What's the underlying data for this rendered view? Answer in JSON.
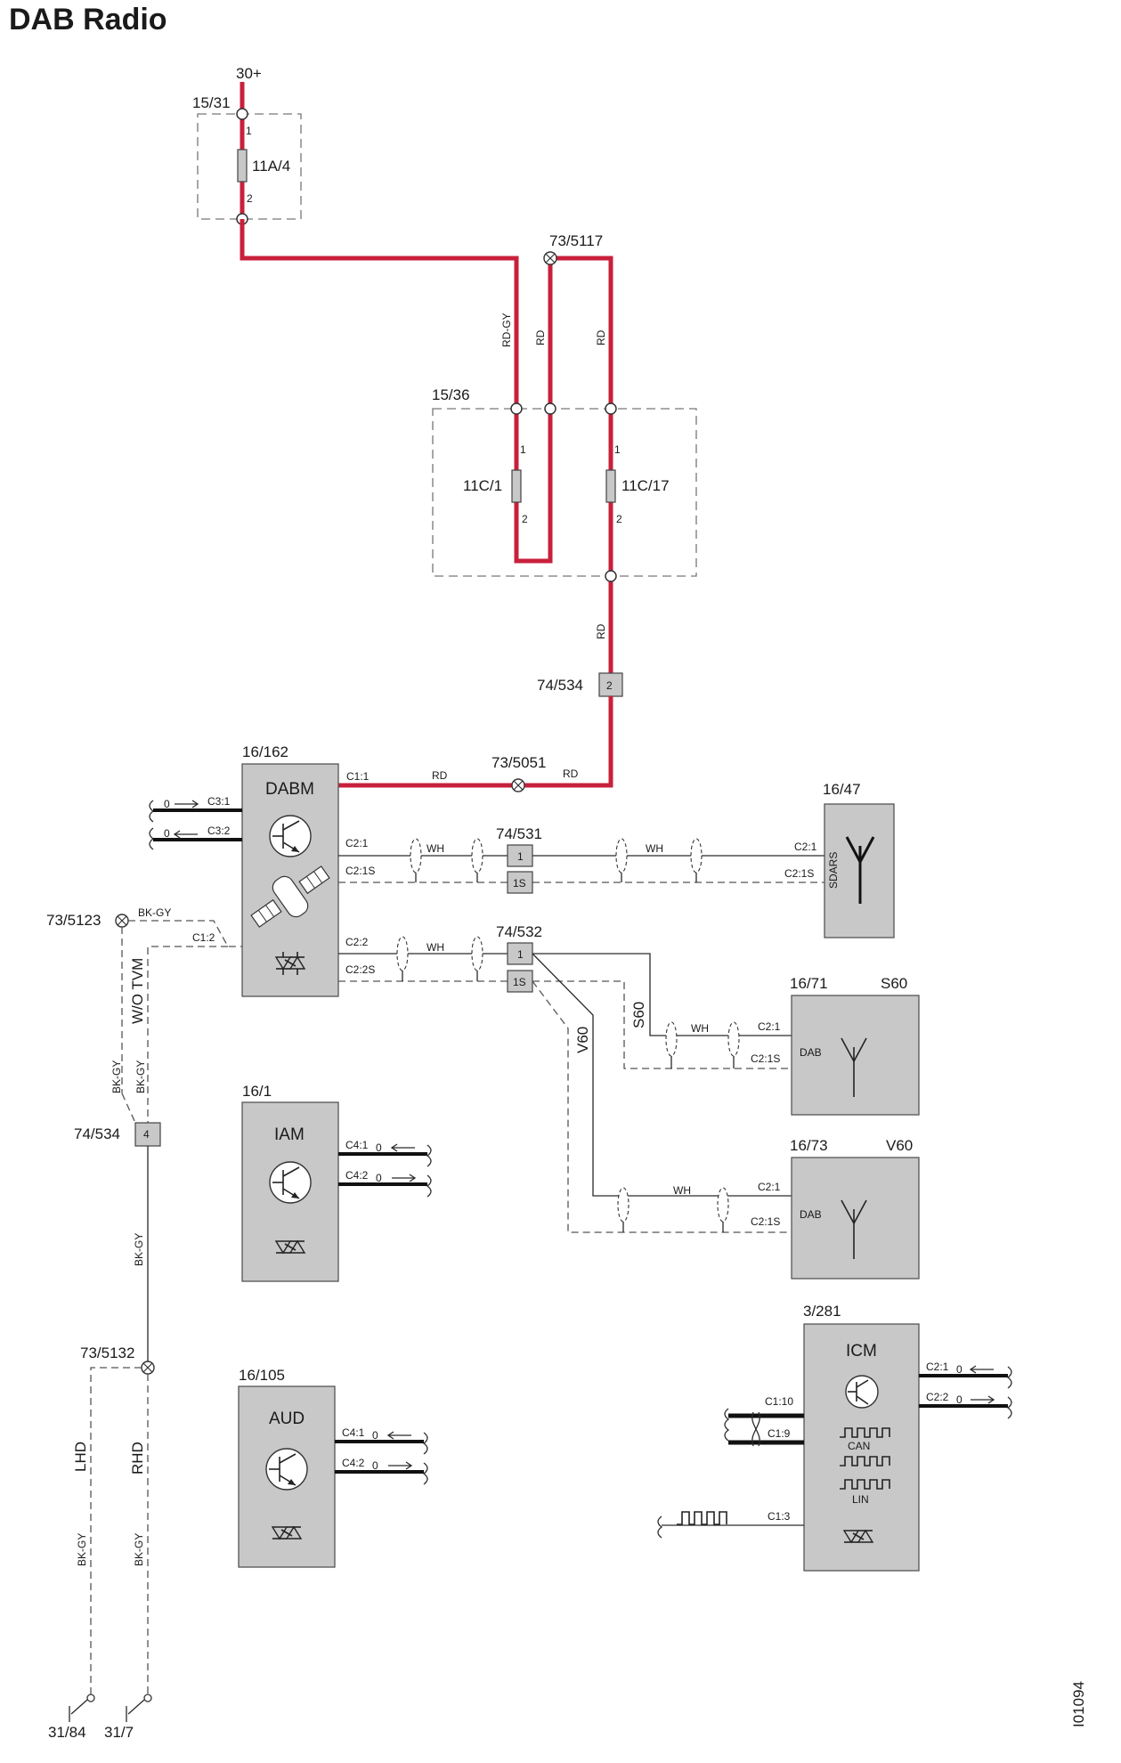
{
  "title": "DAB Radio",
  "figure_id": "I01094",
  "supply": {
    "label": "30+",
    "fuse_box_1": "15/31",
    "fuse_1": "11A/4"
  },
  "pins": {
    "one": "1",
    "two": "2",
    "c": "1S"
  },
  "fuse_box_2": {
    "label": "15/36",
    "fuse_a": "11C/1",
    "fuse_b": "11C/17"
  },
  "splices": {
    "s5117": "73/5117",
    "s5051": "73/5051",
    "s5123": "73/5123",
    "s5132": "73/5132"
  },
  "connectors": {
    "c534": "74/534",
    "c531": "74/531",
    "c532": "74/532"
  },
  "wire_colors": {
    "rd": "RD",
    "rdgy": "RD-GY",
    "wh": "WH",
    "bkgy": "BK-GY"
  },
  "dabm": {
    "ref": "16/162",
    "name": "DABM",
    "c1_1": "C1:1",
    "c3_1": "C3:1",
    "c3_2": "C3:2",
    "c2_1": "C2:1",
    "c2_1s": "C2:1S",
    "c1_2": "C1:2",
    "c2_2": "C2:2",
    "c2_2s": "C2:2S"
  },
  "antenna_47": {
    "ref": "16/47",
    "c2_1": "C2:1",
    "c2_1s": "C2:1S",
    "name": "SDARS"
  },
  "antenna_71": {
    "ref": "16/71",
    "variant": "S60",
    "c2_1": "C2:1",
    "c2_1s": "C2:1S",
    "name": "DAB"
  },
  "antenna_73": {
    "ref": "16/73",
    "variant": "V60",
    "c2_1": "C2:1",
    "c2_1s": "C2:1S",
    "name": "DAB"
  },
  "conditions": {
    "wo_tvm": "W/O TVM",
    "s60": "S60",
    "v60": "V60",
    "lhd": "LHD",
    "rhd": "RHD"
  },
  "iam": {
    "ref": "16/1",
    "name": "IAM",
    "c4_1": "C4:1",
    "c4_2": "C4:2"
  },
  "aud": {
    "ref": "16/105",
    "name": "AUD",
    "c4_1": "C4:1",
    "c4_2": "C4:2"
  },
  "icm": {
    "ref": "3/281",
    "name": "ICM",
    "c2_1": "C2:1",
    "c2_2": "C2:2",
    "c1_10": "C1:10",
    "c1_9": "C1:9",
    "c1_3": "C1:3",
    "can": "CAN",
    "lin": "LIN"
  },
  "grounds": {
    "g1": "31/84",
    "g2": "31/7"
  },
  "pin_zero": "0"
}
